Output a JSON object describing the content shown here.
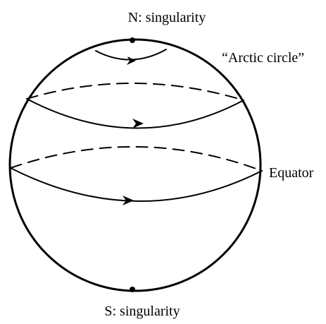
{
  "labels": {
    "north": "N: singularity",
    "south": "S: singularity",
    "arctic_circle": "“Arctic circle”",
    "equator": "Equator"
  }
}
